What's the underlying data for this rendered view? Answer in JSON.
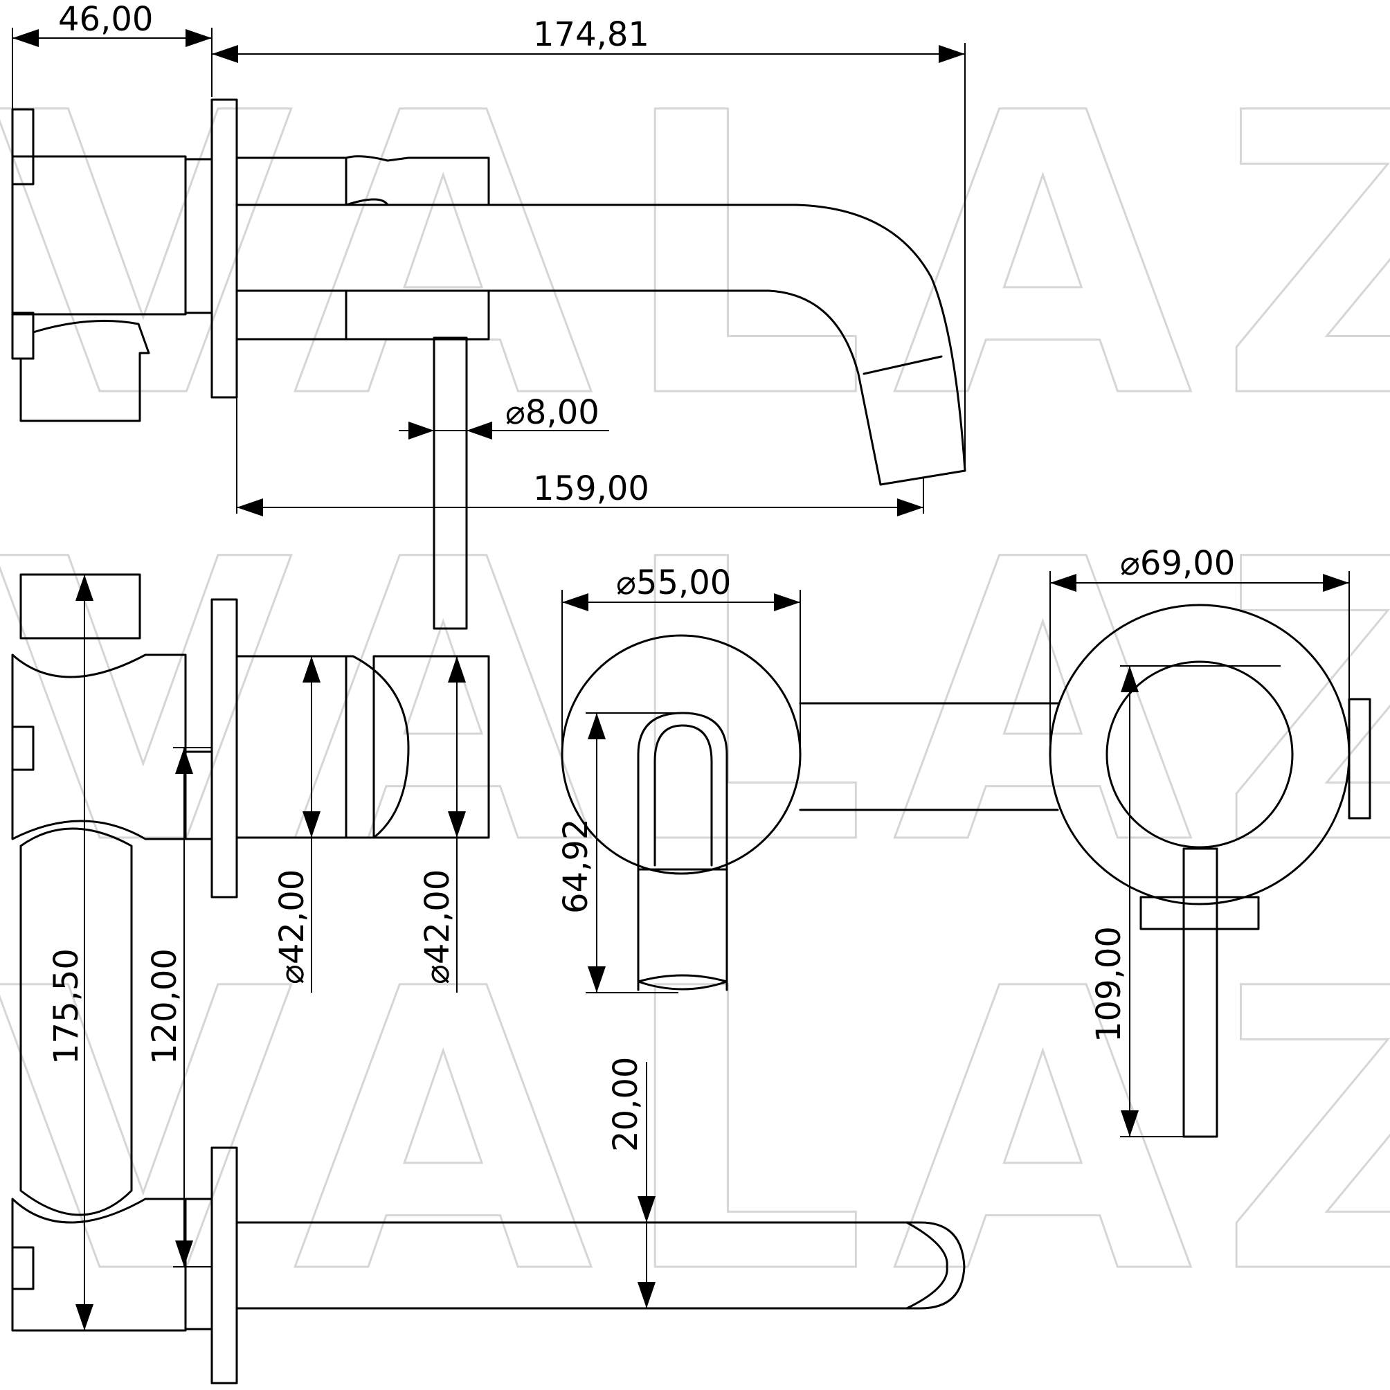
{
  "watermark": {
    "text": "VALAZ"
  },
  "dimensions": {
    "d_46": "46,00",
    "d_174_81": "174,81",
    "d_8": "⌀8,00",
    "d_159": "159,00",
    "d_55": "⌀55,00",
    "d_69": "⌀69,00",
    "d_64_92": "64,92",
    "d_42_a": "⌀42,00",
    "d_42_b": "⌀42,00",
    "d_175_5": "175,50",
    "d_120": "120,00",
    "d_20": "20,00",
    "d_109": "109,00"
  }
}
